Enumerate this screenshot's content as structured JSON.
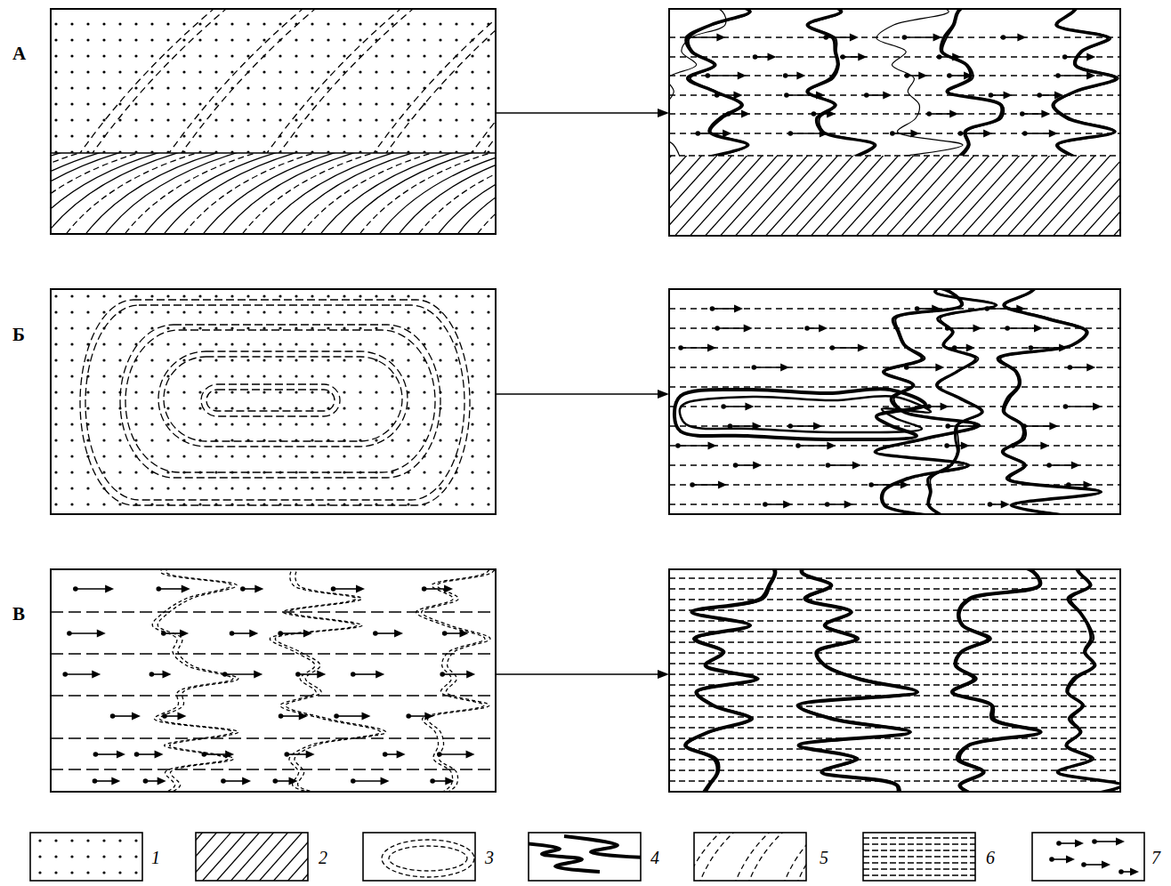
{
  "diagram": {
    "labels": [
      "А",
      "Б",
      "В"
    ],
    "legend": [
      {
        "text": "1"
      },
      {
        "text": "2"
      },
      {
        "text": "3"
      },
      {
        "text": "4"
      },
      {
        "text": "5"
      },
      {
        "text": "6"
      },
      {
        "text": "7"
      }
    ]
  }
}
